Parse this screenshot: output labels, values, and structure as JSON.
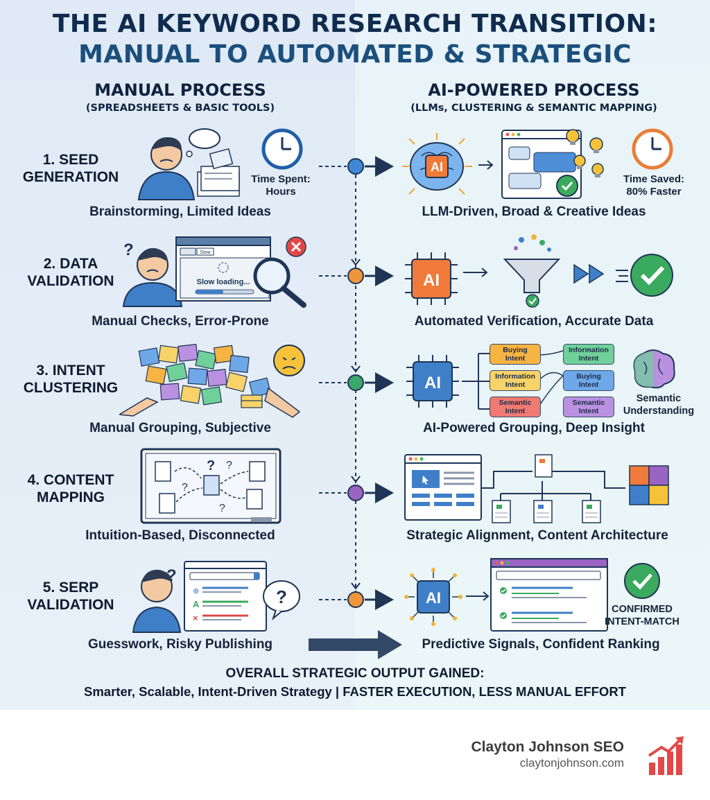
{
  "title": {
    "line1": "THE AI KEYWORD RESEARCH TRANSITION:",
    "line2": "MANUAL TO AUTOMATED & STRATEGIC"
  },
  "left_column": {
    "heading": "MANUAL PROCESS",
    "subheading": "(SPREADSHEETS & BASIC TOOLS)"
  },
  "right_column": {
    "heading": "AI-POWERED PROCESS",
    "subheading": "(LLMs, CLUSTERING & SEMANTIC MAPPING)"
  },
  "steps": [
    {
      "line1": "1. SEED",
      "line2": "GENERATION",
      "manual": "Brainstorming, Limited Ideas",
      "ai": "LLM-Driven, Broad & Creative Ideas"
    },
    {
      "line1": "2. DATA",
      "line2": "VALIDATION",
      "manual": "Manual Checks, Error-Prone",
      "ai": "Automated Verification, Accurate Data"
    },
    {
      "line1": "3. INTENT",
      "line2": "CLUSTERING",
      "manual": "Manual Grouping, Subjective",
      "ai": "AI-Powered Grouping, Deep Insight"
    },
    {
      "line1": "4. CONTENT",
      "line2": "MAPPING",
      "manual": "Intuition-Based, Disconnected",
      "ai": "Strategic Alignment, Content Architecture"
    },
    {
      "line1": "5. SERP",
      "line2": "VALIDATION",
      "manual": "Guesswork, Risky Publishing",
      "ai": "Predictive Signals, Confident Ranking"
    }
  ],
  "callouts": {
    "time_spent_line1": "Time Spent:",
    "time_spent_line2": "Hours",
    "time_saved_line1": "Time Saved:",
    "time_saved_line2": "80% Faster",
    "slow_tab": "Slow",
    "slow_loading": "Slow loading...",
    "ai_chip": "AI",
    "semantic_line1": "Semantic",
    "semantic_line2": "Understanding",
    "confirmed_line1": "CONFIRMED",
    "confirmed_line2": "INTENT-MATCH"
  },
  "intent_pills": {
    "left": [
      {
        "line1": "Buying",
        "line2": "Intent"
      },
      {
        "line1": "Information",
        "line2": "Intent"
      },
      {
        "line1": "Semantic",
        "line2": "Intent"
      }
    ],
    "right": [
      {
        "line1": "Information",
        "line2": "Intent"
      },
      {
        "line1": "Buying",
        "line2": "Intent"
      },
      {
        "line1": "Semantic",
        "line2": "Intent"
      }
    ]
  },
  "connector_colors": [
    "#3e88d6",
    "#f0963a",
    "#3aa86a",
    "#9a64c2",
    "#f0963a"
  ],
  "pill_colors": {
    "buying": "#f6b443",
    "information": "#f7d36a",
    "semantic": "#ef7a72",
    "info_green": "#6fd09a",
    "buying_blue": "#6ea8e8",
    "semantic_purple": "#b991e0"
  },
  "bottom": {
    "line1": "OVERALL STRATEGIC OUTPUT GAINED:",
    "line2": "Smarter, Scalable, Intent-Driven Strategy | FASTER EXECUTION, LESS MANUAL EFFORT"
  },
  "footer": {
    "name": "Clayton Johnson SEO",
    "url": "claytonjohnson.com",
    "logo_icon": "bar-chart-growth-icon"
  }
}
